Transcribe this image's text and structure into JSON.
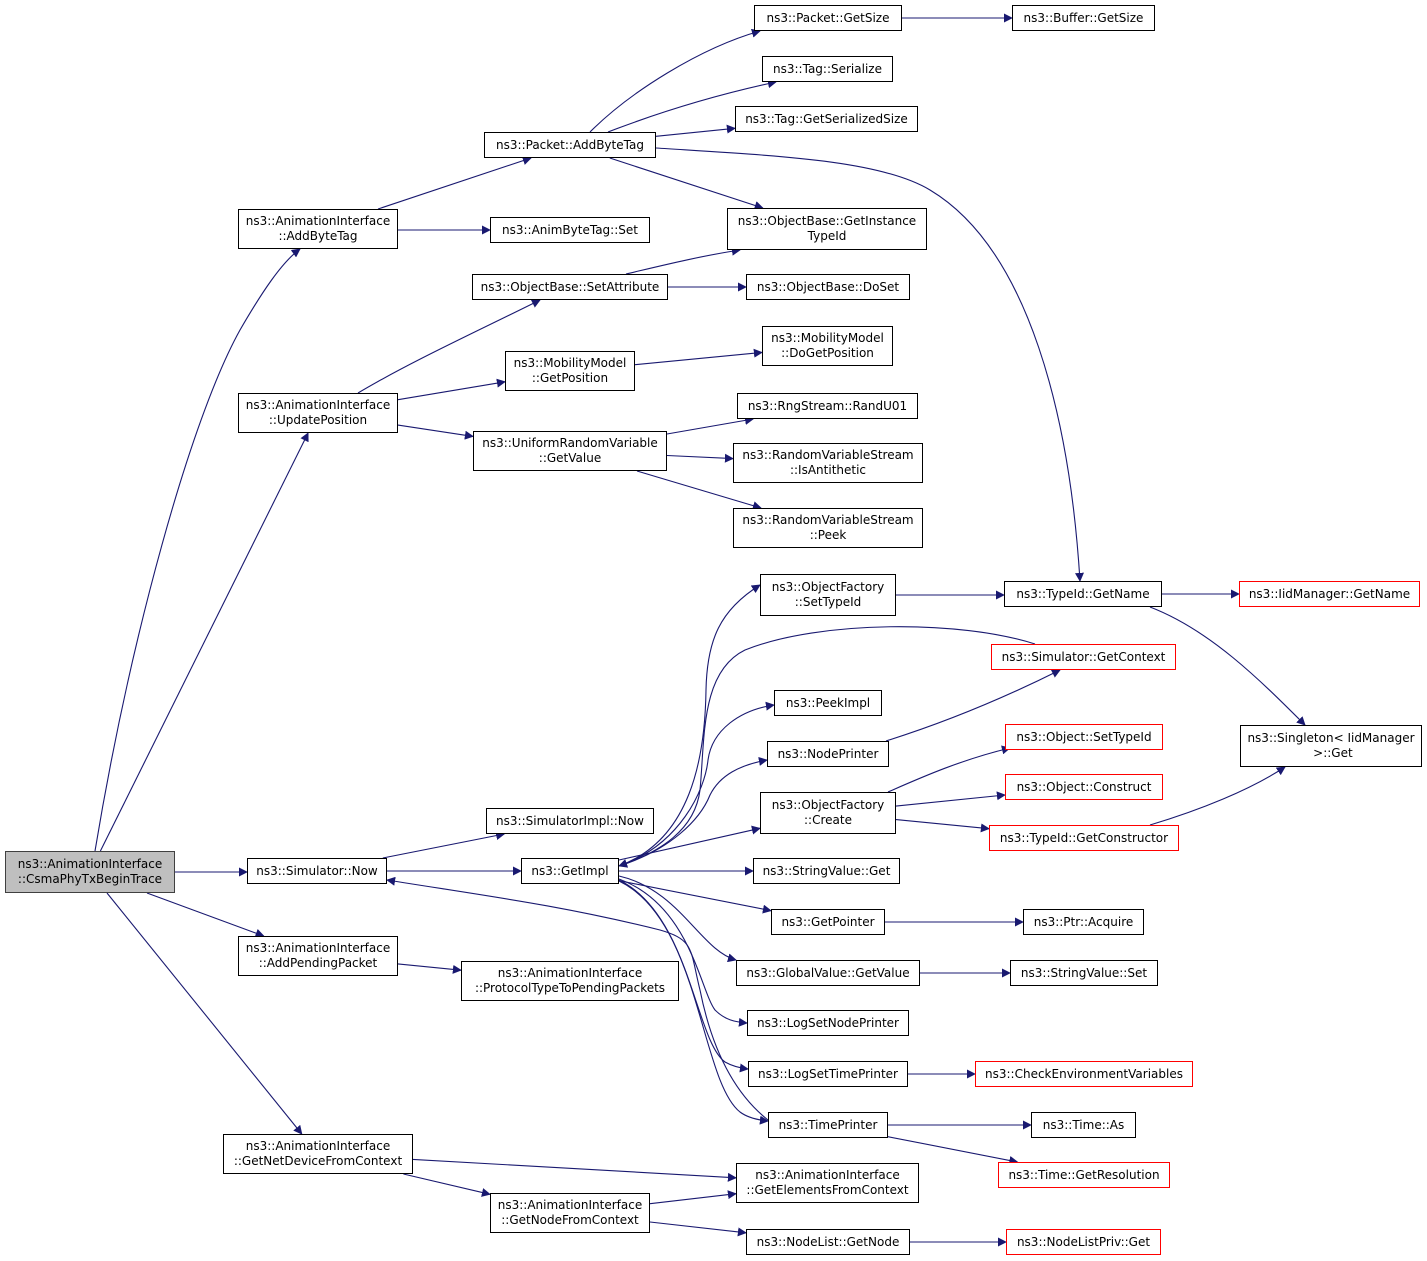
{
  "colors": {
    "edge": "#191970",
    "root_fill": "#bfbfbf",
    "truncated_border": "#ff0000",
    "border": "#000000"
  },
  "nodes": [
    {
      "id": "root",
      "lines": [
        "ns3::AnimationInterface",
        "::CsmaPhyTxBeginTrace"
      ],
      "style": "root"
    },
    {
      "id": "ai_addbytetag",
      "lines": [
        "ns3::AnimationInterface",
        "::AddByteTag"
      ]
    },
    {
      "id": "ai_updatepos",
      "lines": [
        "ns3::AnimationInterface",
        "::UpdatePosition"
      ]
    },
    {
      "id": "sim_now",
      "lines": [
        "ns3::Simulator::Now"
      ]
    },
    {
      "id": "ai_addpending",
      "lines": [
        "ns3::AnimationInterface",
        "::AddPendingPacket"
      ]
    },
    {
      "id": "ai_getnetdev",
      "lines": [
        "ns3::AnimationInterface",
        "::GetNetDeviceFromContext"
      ]
    },
    {
      "id": "pkt_addbytetag",
      "lines": [
        "ns3::Packet::AddByteTag"
      ]
    },
    {
      "id": "animbytetag_set",
      "lines": [
        "ns3::AnimByteTag::Set"
      ]
    },
    {
      "id": "ob_setattr",
      "lines": [
        "ns3::ObjectBase::SetAttribute"
      ]
    },
    {
      "id": "mm_getpos",
      "lines": [
        "ns3::MobilityModel",
        "::GetPosition"
      ]
    },
    {
      "id": "urv_getvalue",
      "lines": [
        "ns3::UniformRandomVariable",
        "::GetValue"
      ]
    },
    {
      "id": "simimpl_now",
      "lines": [
        "ns3::SimulatorImpl::Now"
      ]
    },
    {
      "id": "getimpl",
      "lines": [
        "ns3::GetImpl"
      ]
    },
    {
      "id": "ai_proto",
      "lines": [
        "ns3::AnimationInterface",
        "::ProtocolTypeToPendingPackets"
      ]
    },
    {
      "id": "ai_getnode",
      "lines": [
        "ns3::AnimationInterface",
        "::GetNodeFromContext"
      ]
    },
    {
      "id": "pkt_getsize",
      "lines": [
        "ns3::Packet::GetSize"
      ]
    },
    {
      "id": "buf_getsize",
      "lines": [
        "ns3::Buffer::GetSize"
      ]
    },
    {
      "id": "tag_serialize",
      "lines": [
        "ns3::Tag::Serialize"
      ]
    },
    {
      "id": "tag_getsersize",
      "lines": [
        "ns3::Tag::GetSerializedSize"
      ]
    },
    {
      "id": "ob_getinst",
      "lines": [
        "ns3::ObjectBase::GetInstance",
        "TypeId"
      ]
    },
    {
      "id": "ob_doset",
      "lines": [
        "ns3::ObjectBase::DoSet"
      ]
    },
    {
      "id": "mm_dogetpos",
      "lines": [
        "ns3::MobilityModel",
        "::DoGetPosition"
      ]
    },
    {
      "id": "rng_randu01",
      "lines": [
        "ns3::RngStream::RandU01"
      ]
    },
    {
      "id": "rvs_isanti",
      "lines": [
        "ns3::RandomVariableStream",
        "::IsAntithetic"
      ]
    },
    {
      "id": "rvs_peek",
      "lines": [
        "ns3::RandomVariableStream",
        "::Peek"
      ]
    },
    {
      "id": "of_settypeid",
      "lines": [
        "ns3::ObjectFactory",
        "::SetTypeId"
      ]
    },
    {
      "id": "typeid_getname",
      "lines": [
        "ns3::TypeId::GetName"
      ]
    },
    {
      "id": "iid_getname",
      "lines": [
        "ns3::IidManager::GetName"
      ],
      "style": "trunc"
    },
    {
      "id": "sim_getcontext",
      "lines": [
        "ns3::Simulator::GetContext"
      ],
      "style": "trunc"
    },
    {
      "id": "peekimpl",
      "lines": [
        "ns3::PeekImpl"
      ]
    },
    {
      "id": "nodeprinter",
      "lines": [
        "ns3::NodePrinter"
      ]
    },
    {
      "id": "singleton_get",
      "lines": [
        "ns3::Singleton< IidManager",
        " >::Get"
      ]
    },
    {
      "id": "obj_settypeid",
      "lines": [
        "ns3::Object::SetTypeId"
      ],
      "style": "trunc"
    },
    {
      "id": "of_create",
      "lines": [
        "ns3::ObjectFactory",
        "::Create"
      ]
    },
    {
      "id": "obj_construct",
      "lines": [
        "ns3::Object::Construct"
      ],
      "style": "trunc"
    },
    {
      "id": "typeid_getctor",
      "lines": [
        "ns3::TypeId::GetConstructor"
      ],
      "style": "trunc"
    },
    {
      "id": "sv_get",
      "lines": [
        "ns3::StringValue::Get"
      ]
    },
    {
      "id": "getpointer",
      "lines": [
        "ns3::GetPointer"
      ]
    },
    {
      "id": "ptr_acquire",
      "lines": [
        "ns3::Ptr::Acquire"
      ]
    },
    {
      "id": "gv_getvalue",
      "lines": [
        "ns3::GlobalValue::GetValue"
      ]
    },
    {
      "id": "sv_set",
      "lines": [
        "ns3::StringValue::Set"
      ]
    },
    {
      "id": "logsetnodeprinter",
      "lines": [
        "ns3::LogSetNodePrinter"
      ]
    },
    {
      "id": "logsettimeprinter",
      "lines": [
        "ns3::LogSetTimePrinter"
      ]
    },
    {
      "id": "checkenv",
      "lines": [
        "ns3::CheckEnvironmentVariables"
      ],
      "style": "trunc"
    },
    {
      "id": "timeprinter",
      "lines": [
        "ns3::TimePrinter"
      ]
    },
    {
      "id": "time_as",
      "lines": [
        "ns3::Time::As"
      ]
    },
    {
      "id": "time_getres",
      "lines": [
        "ns3::Time::GetResolution"
      ],
      "style": "trunc"
    },
    {
      "id": "ai_getelems",
      "lines": [
        "ns3::AnimationInterface",
        "::GetElementsFromContext"
      ]
    },
    {
      "id": "nodelist_getnode",
      "lines": [
        "ns3::NodeList::GetNode"
      ]
    },
    {
      "id": "nodelistpriv_get",
      "lines": [
        "ns3::NodeListPriv::Get"
      ],
      "style": "trunc"
    }
  ],
  "edges": [
    [
      "root",
      "ai_addbytetag"
    ],
    [
      "root",
      "ai_updatepos"
    ],
    [
      "root",
      "sim_now"
    ],
    [
      "root",
      "ai_addpending"
    ],
    [
      "root",
      "ai_getnetdev"
    ],
    [
      "ai_addbytetag",
      "pkt_addbytetag"
    ],
    [
      "ai_addbytetag",
      "animbytetag_set"
    ],
    [
      "ai_updatepos",
      "ob_setattr"
    ],
    [
      "ai_updatepos",
      "mm_getpos"
    ],
    [
      "ai_updatepos",
      "urv_getvalue"
    ],
    [
      "sim_now",
      "simimpl_now"
    ],
    [
      "sim_now",
      "getimpl"
    ],
    [
      "ai_addpending",
      "ai_proto"
    ],
    [
      "ai_getnetdev",
      "ai_getelems"
    ],
    [
      "ai_getnetdev",
      "ai_getnode"
    ],
    [
      "pkt_addbytetag",
      "pkt_getsize"
    ],
    [
      "pkt_addbytetag",
      "tag_serialize"
    ],
    [
      "pkt_addbytetag",
      "tag_getsersize"
    ],
    [
      "pkt_addbytetag",
      "ob_getinst"
    ],
    [
      "pkt_addbytetag",
      "typeid_getname"
    ],
    [
      "pkt_getsize",
      "buf_getsize"
    ],
    [
      "ob_setattr",
      "ob_getinst"
    ],
    [
      "ob_setattr",
      "ob_doset"
    ],
    [
      "mm_getpos",
      "mm_dogetpos"
    ],
    [
      "urv_getvalue",
      "rng_randu01"
    ],
    [
      "urv_getvalue",
      "rvs_isanti"
    ],
    [
      "urv_getvalue",
      "rvs_peek"
    ],
    [
      "getimpl",
      "of_settypeid"
    ],
    [
      "getimpl",
      "peekimpl"
    ],
    [
      "getimpl",
      "nodeprinter"
    ],
    [
      "getimpl",
      "of_create"
    ],
    [
      "getimpl",
      "sv_get"
    ],
    [
      "getimpl",
      "getpointer"
    ],
    [
      "getimpl",
      "gv_getvalue"
    ],
    [
      "getimpl",
      "logsetnodeprinter"
    ],
    [
      "getimpl",
      "logsettimeprinter"
    ],
    [
      "getimpl",
      "timeprinter"
    ],
    [
      "sim_getcontext",
      "getimpl"
    ],
    [
      "timeprinter",
      "sim_now"
    ],
    [
      "of_settypeid",
      "typeid_getname"
    ],
    [
      "typeid_getname",
      "iid_getname"
    ],
    [
      "typeid_getname",
      "singleton_get"
    ],
    [
      "nodeprinter",
      "sim_getcontext"
    ],
    [
      "of_create",
      "obj_settypeid"
    ],
    [
      "of_create",
      "obj_construct"
    ],
    [
      "of_create",
      "typeid_getctor"
    ],
    [
      "typeid_getctor",
      "singleton_get"
    ],
    [
      "getpointer",
      "ptr_acquire"
    ],
    [
      "gv_getvalue",
      "sv_set"
    ],
    [
      "logsettimeprinter",
      "checkenv"
    ],
    [
      "timeprinter",
      "time_as"
    ],
    [
      "timeprinter",
      "time_getres"
    ],
    [
      "ai_getnode",
      "ai_getelems"
    ],
    [
      "ai_getnode",
      "nodelist_getnode"
    ],
    [
      "nodelist_getnode",
      "nodelistpriv_get"
    ]
  ]
}
